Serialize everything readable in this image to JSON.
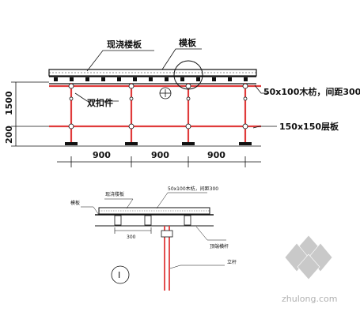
{
  "labels": {
    "cast_slab": "现浇楼板",
    "formwork": "模板",
    "timber": "50x100木枋，间距300",
    "double_clamp": "双扣件",
    "layer_board": "150x150层板"
  },
  "dimensions": {
    "h_1500": "1500",
    "h_200": "200",
    "span_1": "900",
    "span_2": "900",
    "span_3": "900"
  },
  "detail": {
    "cast_slab": "现浇楼板",
    "timber": "50x100木枋，间距300",
    "formwork": "模板",
    "spacing": "300",
    "top_beam": "顶端横杆",
    "upright": "立杆",
    "section_mark": "I"
  },
  "watermark": {
    "text": "zhulong.com"
  },
  "colors": {
    "pipe": "#e03b3b",
    "line": "#111111",
    "watermark": "#b8b8b8"
  }
}
